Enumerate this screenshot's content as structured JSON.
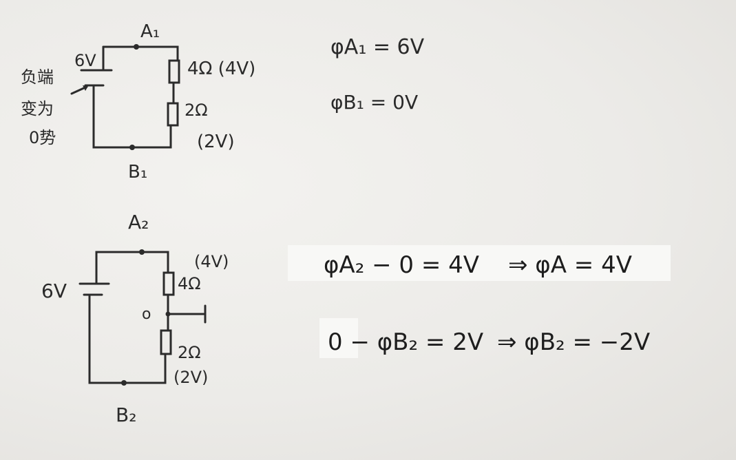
{
  "circuit1": {
    "node_top": "A₁",
    "node_bottom": "B₁",
    "battery": "6V",
    "r1": "4Ω (4V)",
    "r2": "2Ω",
    "r2_voltage": "(2V)",
    "note_line1": "负端",
    "note_line2": "变为",
    "note_line3": "0势"
  },
  "circuit2": {
    "node_top": "A₂",
    "node_bottom": "B₂",
    "battery": "6V",
    "r1_voltage": "(4V)",
    "r1": "4Ω",
    "ground_node": "o",
    "r2": "2Ω",
    "r2_voltage": "(2V)"
  },
  "equations": {
    "eq1": "φA₁ = 6V",
    "eq2": "φB₁ = 0V",
    "eq3": "φA₂ − 0 = 4V",
    "eq3_result": "⇒  φA = 4V",
    "eq4": "0 − φB₂ = 2V",
    "eq4_result": "⇒  φB₂ = −2V"
  }
}
